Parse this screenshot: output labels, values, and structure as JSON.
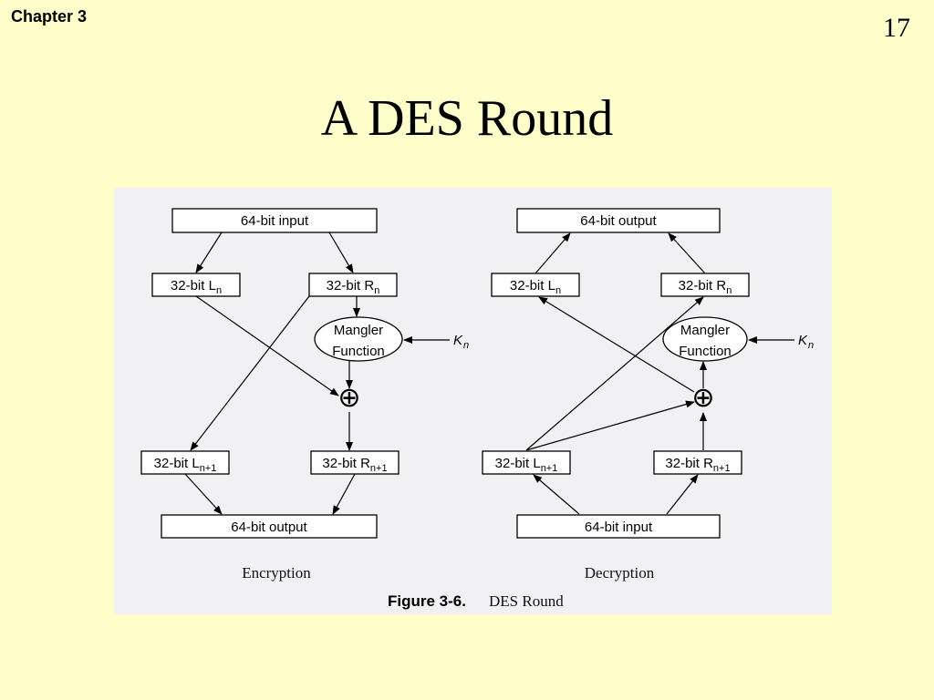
{
  "header": {
    "chapter": "Chapter 3",
    "slide_number": "17",
    "title": "A DES Round"
  },
  "figure": {
    "encryption": {
      "input_box": "64-bit input",
      "left_half": "32-bit L",
      "left_half_sub": "n",
      "right_half": "32-bit R",
      "right_half_sub": "n",
      "mangler_line1": "Mangler",
      "mangler_line2": "Function",
      "key": "K",
      "key_sub": "n",
      "xor_symbol": "⊕",
      "next_left": "32-bit L",
      "next_left_sub": "n+1",
      "next_right": "32-bit R",
      "next_right_sub": "n+1",
      "output_box": "64-bit output",
      "caption": "Encryption"
    },
    "decryption": {
      "output_box": "64-bit output",
      "left_half": "32-bit L",
      "left_half_sub": "n",
      "right_half": "32-bit R",
      "right_half_sub": "n",
      "mangler_line1": "Mangler",
      "mangler_line2": "Function",
      "key": "K",
      "key_sub": "n",
      "xor_symbol": "⊕",
      "next_left": "32-bit L",
      "next_left_sub": "n+1",
      "next_right": "32-bit R",
      "next_right_sub": "n+1",
      "input_box": "64-bit input",
      "caption": "Decryption"
    },
    "figure_label": "Figure 3-6.",
    "figure_title": "DES Round"
  },
  "colors": {
    "background": "#ffffcc",
    "figure_background": "#f1f1f3"
  }
}
